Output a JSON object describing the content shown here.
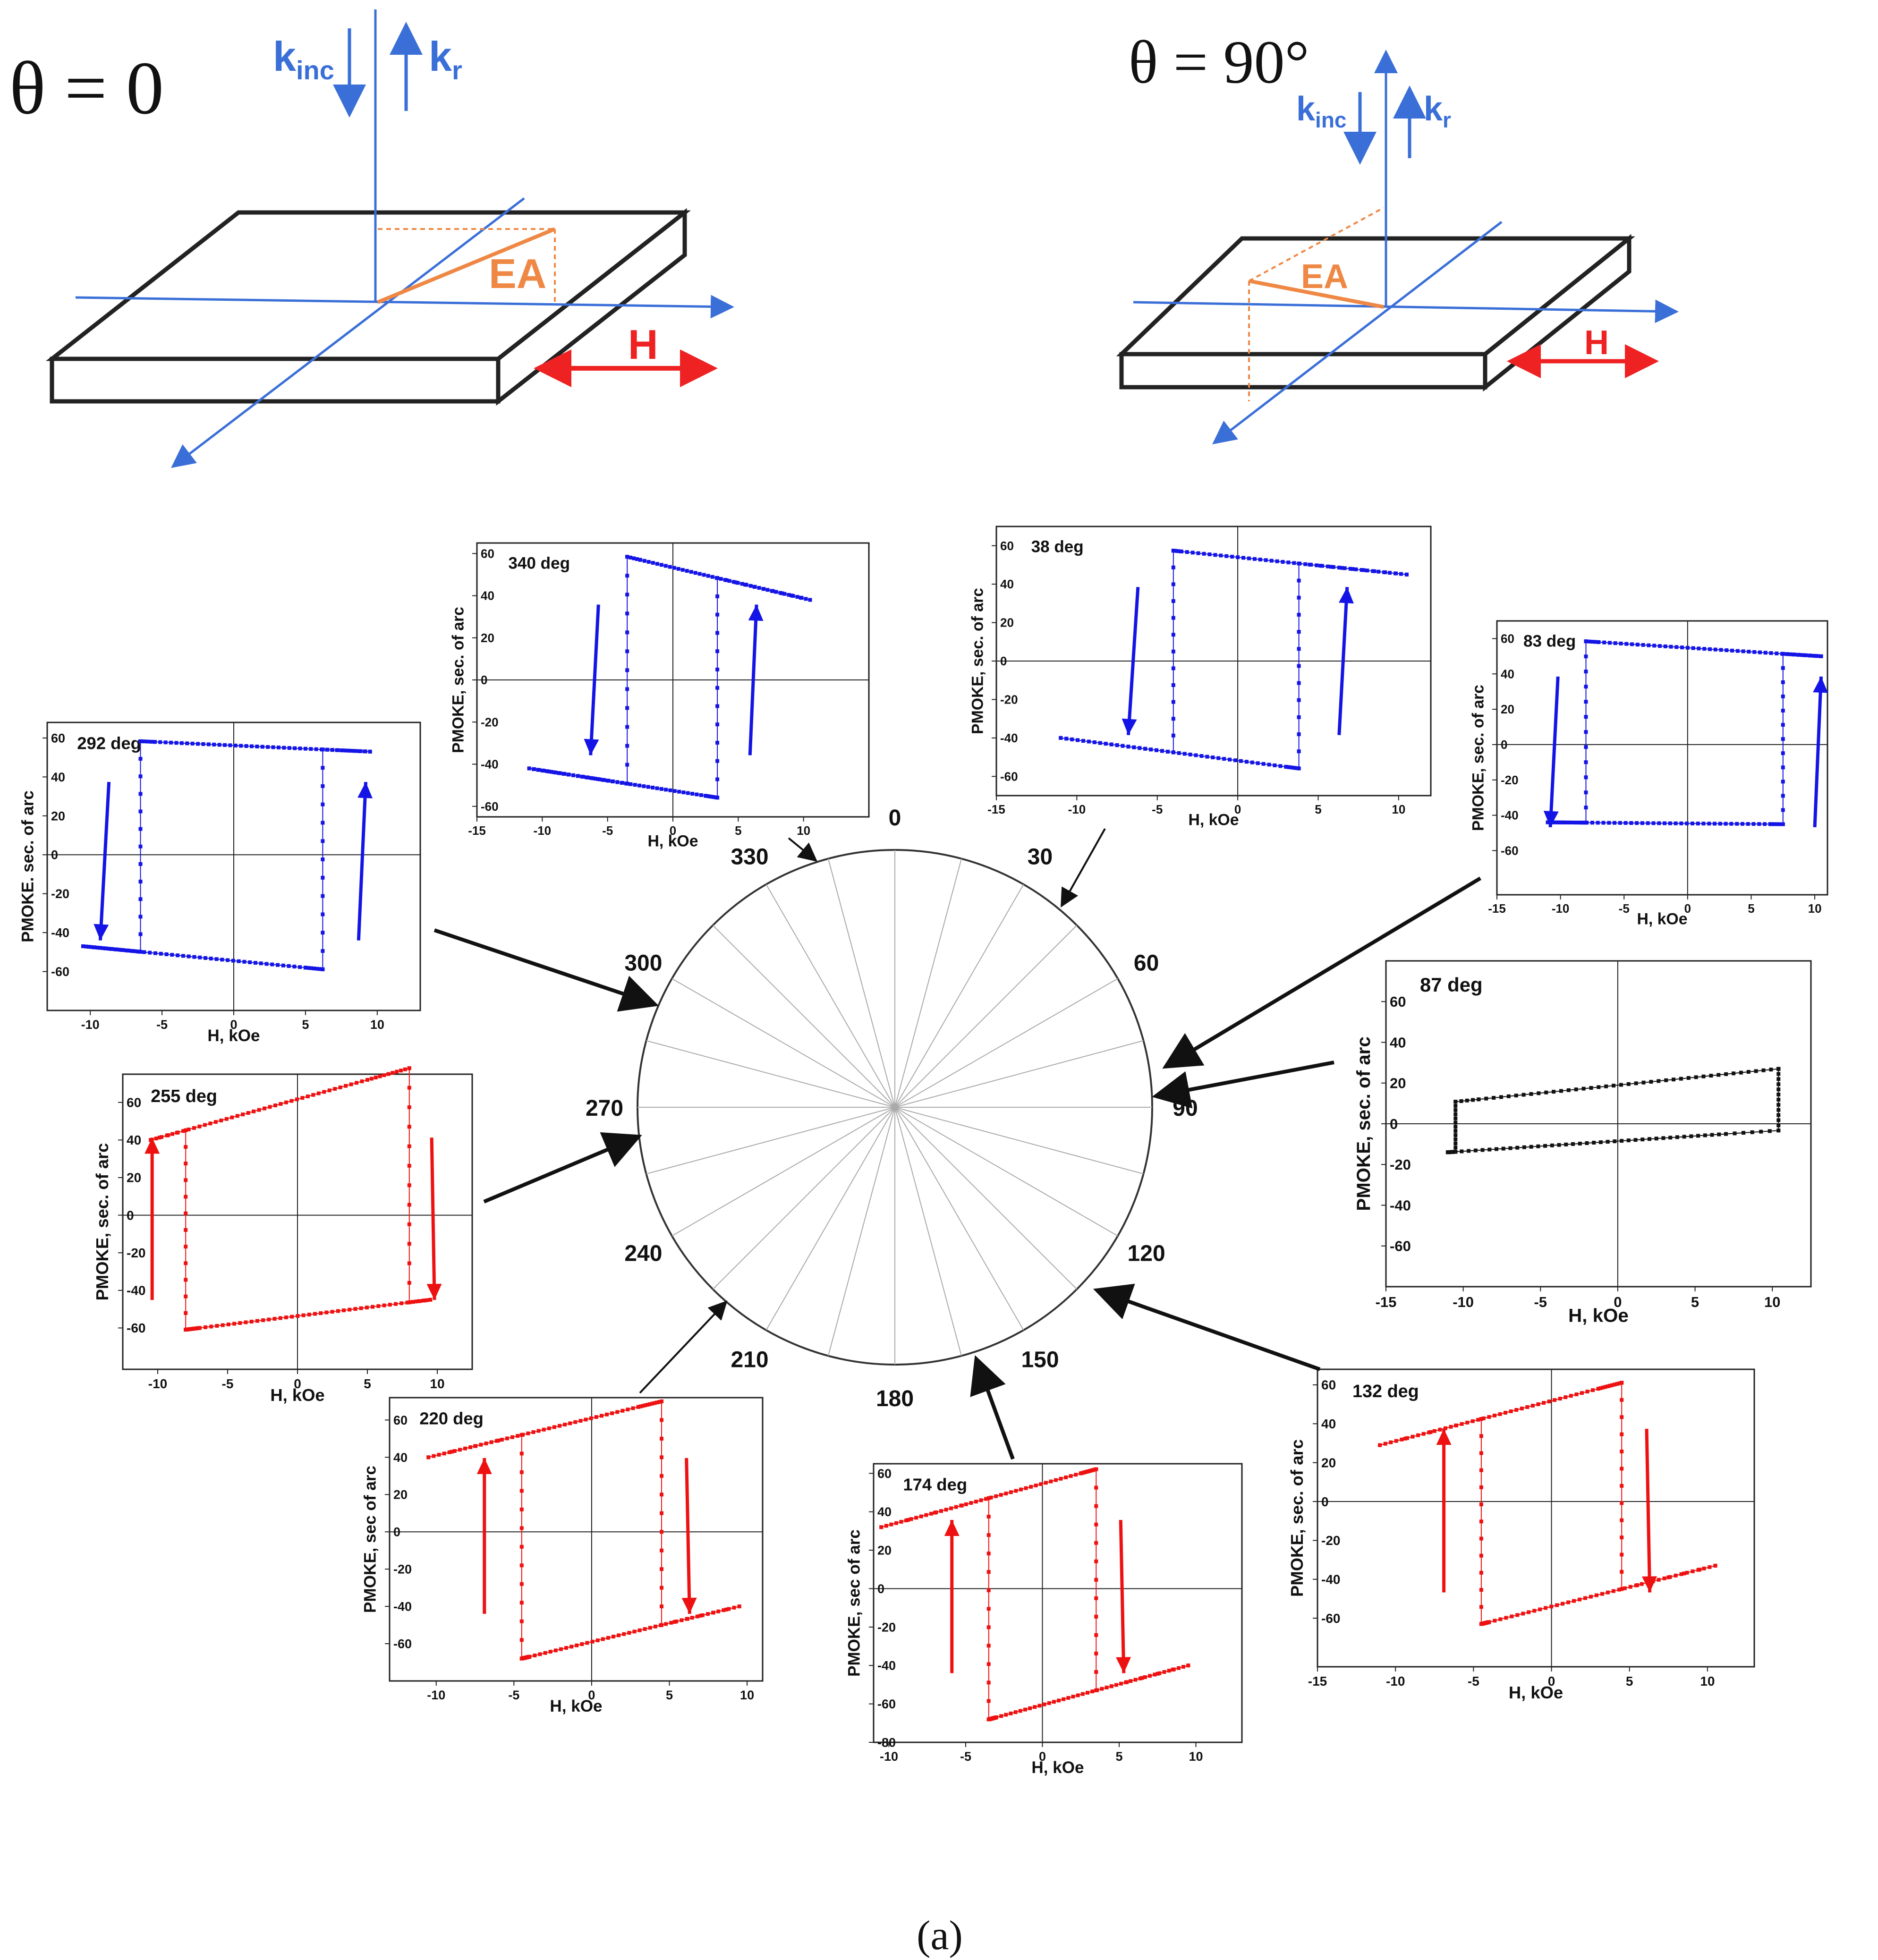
{
  "schematics": [
    {
      "theta_label": "θ = 0",
      "k_inc": "k",
      "k_inc_sub": "inc",
      "k_r": "k",
      "k_r_sub": "r",
      "ea": "EA",
      "h": "H"
    },
    {
      "theta_label": "θ = 90°",
      "k_inc": "k",
      "k_inc_sub": "inc",
      "k_r": "k",
      "k_r_sub": "r",
      "ea": "EA",
      "h": "H"
    }
  ],
  "figure_label": "(a)",
  "colors": {
    "blue": "#1414e6",
    "red": "#ee1111",
    "black": "#111111",
    "beam": "#3a6fd8",
    "ea": "#ee8844",
    "field": "#ee2222"
  },
  "chart_data": {
    "type": "line",
    "polar": {
      "tick_labels": [
        "0",
        "30",
        "60",
        "90",
        "120",
        "150",
        "180",
        "210",
        "240",
        "270",
        "300",
        "330"
      ],
      "spoke_step_deg": 15
    },
    "panels": [
      {
        "angle_label": "340 deg",
        "color": "blue",
        "xlabel": "H, kOe",
        "ylabel": "PMOKE, sec. of arc",
        "xlim": [
          -15,
          15
        ],
        "ylim": [
          -65,
          65
        ],
        "xticks": [
          -15,
          -10,
          -5,
          0,
          5,
          10
        ],
        "xtick_labels": [
          "-15",
          "-10",
          "-5",
          "0",
          "5",
          "10"
        ],
        "yticks": [
          -60,
          -40,
          -20,
          0,
          20,
          40,
          60
        ],
        "ytick_labels": [
          "-60",
          "-40",
          "-20",
          "0",
          "20",
          "40",
          "60"
        ],
        "hc": [
          -3.5,
          3.4
        ],
        "upper_left": [
          -2.5,
          57
        ],
        "upper_right": [
          10.5,
          38
        ],
        "lower_left": [
          -11,
          -42
        ],
        "lower_right": [
          2.5,
          -55
        ],
        "dir": "down-left"
      },
      {
        "angle_label": "38 deg",
        "color": "blue",
        "xlabel": "H, kOe",
        "ylabel": "PMOKE, sec. of arc",
        "xlim": [
          -15,
          12
        ],
        "ylim": [
          -70,
          70
        ],
        "xticks": [
          -15,
          -10,
          -5,
          0,
          5,
          10
        ],
        "xtick_labels": [
          "-15",
          "-10",
          "-5",
          "0",
          "5",
          "10"
        ],
        "yticks": [
          -60,
          -40,
          -20,
          0,
          20,
          40,
          60
        ],
        "ytick_labels": [
          "-60",
          "-40",
          "-20",
          "0",
          "20",
          "40",
          "60"
        ],
        "hc": [
          -4.0,
          3.8
        ],
        "upper_left": [
          -3.5,
          57
        ],
        "upper_right": [
          10.5,
          45
        ],
        "lower_left": [
          -11,
          -40
        ],
        "lower_right": [
          3,
          -55
        ],
        "dir": "down-left"
      },
      {
        "angle_label": "83 deg",
        "color": "blue",
        "xlabel": "H, kOe",
        "ylabel": "PMOKE, sec. of arc",
        "xlim": [
          -15,
          11
        ],
        "ylim": [
          -85,
          70
        ],
        "xticks": [
          -15,
          -10,
          -5,
          0,
          5,
          10
        ],
        "xtick_labels": [
          "-15",
          "-10",
          "-5",
          "0",
          "5",
          "10"
        ],
        "yticks": [
          -60,
          -40,
          -20,
          0,
          20,
          40,
          60
        ],
        "ytick_labels": [
          "-60",
          "-40",
          "-20",
          "0",
          "20",
          "40",
          "60"
        ],
        "hc": [
          -8.0,
          7.5
        ],
        "upper_left": [
          -7,
          58
        ],
        "upper_right": [
          10.5,
          50
        ],
        "lower_left": [
          -11,
          -44
        ],
        "lower_right": [
          6.5,
          -45
        ],
        "dir": "down-left"
      },
      {
        "angle_label": "87 deg",
        "color": "black",
        "xlabel": "H, kOe",
        "ylabel": "PMOKE, sec. of arc",
        "xlim": [
          -15,
          12.5
        ],
        "ylim": [
          -80,
          80
        ],
        "xticks": [
          -15,
          -10,
          -5,
          0,
          5,
          10
        ],
        "xtick_labels": [
          "-15",
          "-10",
          "-5",
          "0",
          "5",
          "10"
        ],
        "yticks": [
          -60,
          -40,
          -20,
          0,
          20,
          40,
          60
        ],
        "ytick_labels": [
          "-60",
          "-40",
          "-20",
          "0",
          "20",
          "40",
          "60"
        ],
        "hc": [
          -10.5,
          10.4
        ],
        "upper_left": [
          -9,
          12
        ],
        "upper_right": [
          10.4,
          27
        ],
        "lower_left": [
          -11,
          -14
        ],
        "lower_right": [
          7,
          -5
        ],
        "dir": "none"
      },
      {
        "angle_label": "132 deg",
        "color": "red",
        "xlabel": "H, kOe",
        "ylabel": "PMOKE, sec. of arc",
        "xlim": [
          -15,
          13
        ],
        "ylim": [
          -85,
          68
        ],
        "xticks": [
          -15,
          -10,
          -5,
          0,
          5,
          10
        ],
        "xtick_labels": [
          "-15",
          "-10",
          "-5",
          "0",
          "5",
          "10"
        ],
        "yticks": [
          -60,
          -40,
          -20,
          0,
          20,
          40,
          60
        ],
        "ytick_labels": [
          "-60",
          "-40",
          "-20",
          "0",
          "20",
          "40",
          "60"
        ],
        "hc": [
          -4.5,
          4.5
        ],
        "upper_left": [
          -11,
          29
        ],
        "upper_right": [
          3,
          58
        ],
        "lower_left": [
          -4,
          -62
        ],
        "lower_right": [
          10.5,
          -33
        ],
        "dir": "up-left"
      },
      {
        "angle_label": "174 deg",
        "color": "red",
        "xlabel": "H, kOe",
        "ylabel": "PMOKE, sec of arc",
        "xlim": [
          -11,
          13
        ],
        "ylim": [
          -80,
          65
        ],
        "xticks": [
          -10,
          -5,
          0,
          5,
          10
        ],
        "xtick_labels": [
          "-10",
          "-5",
          "0",
          "5",
          "10"
        ],
        "yticks": [
          -80,
          -60,
          -40,
          -20,
          0,
          20,
          40,
          60
        ],
        "ytick_labels": [
          "-80",
          "-60",
          "-40",
          "-20",
          "0",
          "20",
          "40",
          "60"
        ],
        "hc": [
          -3.5,
          3.5
        ],
        "upper_left": [
          -10.5,
          32
        ],
        "upper_right": [
          2.5,
          60
        ],
        "lower_left": [
          -3,
          -67
        ],
        "lower_right": [
          9.5,
          -40
        ],
        "dir": "up-left"
      },
      {
        "angle_label": "220 deg",
        "color": "red",
        "xlabel": "H, kOe",
        "ylabel": "PMOKE, sec of arc",
        "xlim": [
          -13,
          11
        ],
        "ylim": [
          -80,
          72
        ],
        "xticks": [
          -10,
          -5,
          0,
          5,
          10
        ],
        "xtick_labels": [
          "-10",
          "-5",
          "0",
          "5",
          "10"
        ],
        "yticks": [
          -60,
          -40,
          -20,
          0,
          20,
          40,
          60
        ],
        "ytick_labels": [
          "-60",
          "-40",
          "-20",
          "0",
          "20",
          "40",
          "60"
        ],
        "hc": [
          -4.5,
          4.5
        ],
        "upper_left": [
          -10.5,
          40
        ],
        "upper_right": [
          3,
          67
        ],
        "lower_left": [
          -4,
          -67
        ],
        "lower_right": [
          9.5,
          -40
        ],
        "dir": "up-left"
      },
      {
        "angle_label": "255 deg",
        "color": "red",
        "xlabel": "H, kOe",
        "ylabel": "PMOKE, sec. of arc",
        "xlim": [
          -12.5,
          12.5
        ],
        "ylim": [
          -82,
          75
        ],
        "xticks": [
          -10,
          -5,
          0,
          5,
          10
        ],
        "xtick_labels": [
          "-10",
          "-5",
          "0",
          "5",
          "10"
        ],
        "yticks": [
          -60,
          -40,
          -20,
          0,
          20,
          40,
          60
        ],
        "ytick_labels": [
          "-60",
          "-40",
          "-20",
          "0",
          "20",
          "40",
          "60"
        ],
        "hc": [
          -8.0,
          8.0
        ],
        "upper_left": [
          -10.5,
          40
        ],
        "upper_right": [
          5,
          72
        ],
        "lower_left": [
          -7,
          -60
        ],
        "lower_right": [
          9.5,
          -45
        ],
        "dir": "up-left"
      },
      {
        "angle_label": "292 deg",
        "color": "blue",
        "xlabel": "H, kOe",
        "ylabel": "PMOKE. sec. of arc",
        "xlim": [
          -13,
          13
        ],
        "ylim": [
          -80,
          68
        ],
        "xticks": [
          -10,
          -5,
          0,
          5,
          10
        ],
        "xtick_labels": [
          "-10",
          "-5",
          "0",
          "5",
          "10"
        ],
        "yticks": [
          -60,
          -40,
          -20,
          0,
          20,
          40,
          60
        ],
        "ytick_labels": [
          "-60",
          "-40",
          "-20",
          "0",
          "20",
          "40",
          "60"
        ],
        "hc": [
          -6.5,
          6.2
        ],
        "upper_left": [
          -5.5,
          58
        ],
        "upper_right": [
          9.5,
          53
        ],
        "lower_left": [
          -10.5,
          -47
        ],
        "lower_right": [
          5,
          -58
        ],
        "dir": "down-left"
      }
    ]
  }
}
